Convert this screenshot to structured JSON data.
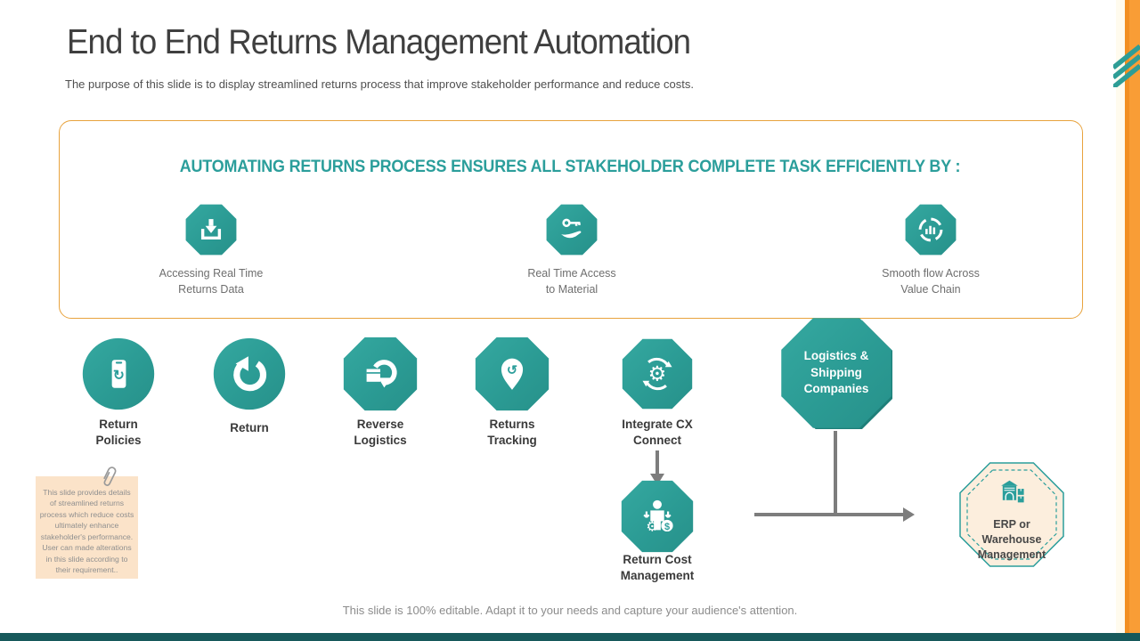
{
  "slide": {
    "title": "End to End Returns Management Automation",
    "subtitle": "The purpose of this slide is to display streamlined returns process that improve stakeholder performance and reduce costs.",
    "footer_note": "This slide is 100% editable. Adapt it to your needs and capture your audience's attention."
  },
  "automation_box": {
    "heading": "AUTOMATING RETURNS PROCESS ENSURES ALL STAKEHOLDER COMPLETE TASK EFFICIENTLY BY :",
    "items": [
      {
        "icon": "download-tray-icon",
        "label": "Accessing Real Time\nReturns Data"
      },
      {
        "icon": "hand-key-icon",
        "label": "Real Time Access\nto Material"
      },
      {
        "icon": "value-chain-icon",
        "label": "Smooth flow Across\nValue Chain"
      }
    ]
  },
  "process": {
    "steps": [
      {
        "icon": "phone-refresh-icon",
        "shape": "circle",
        "label": "Return\nPolicies"
      },
      {
        "icon": "undo-arrow-icon",
        "shape": "circle",
        "label": "Return"
      },
      {
        "icon": "box-return-icon",
        "shape": "octagon",
        "label": "Reverse\nLogistics"
      },
      {
        "icon": "location-pin-return-icon",
        "shape": "octagon",
        "label": "Returns\nTracking"
      },
      {
        "icon": "gear-sync-icon",
        "shape": "octagon",
        "label": "Integrate CX\nConnect"
      }
    ],
    "logistics_node_label": "Logistics &\nShipping\nCompanies",
    "cost_node": {
      "icon": "person-cost-icon",
      "label": "Return Cost\nManagement"
    },
    "erp_node": {
      "icon": "warehouse-icon",
      "label": "ERP or\nWarehouse\nManagement"
    }
  },
  "sticky_note": {
    "text": "This slide provides details of streamlined returns process which reduce costs ultimately enhance stakeholder's performance. User can made alterations in this slide according to their requirement.."
  },
  "colors": {
    "teal": "#2B9E9B",
    "orange": "#F99D36",
    "box_border": "#E8A33D",
    "note_bg": "#FBE3C9",
    "connector_gray": "#7D7D7D",
    "footer_bar": "#17595B"
  }
}
